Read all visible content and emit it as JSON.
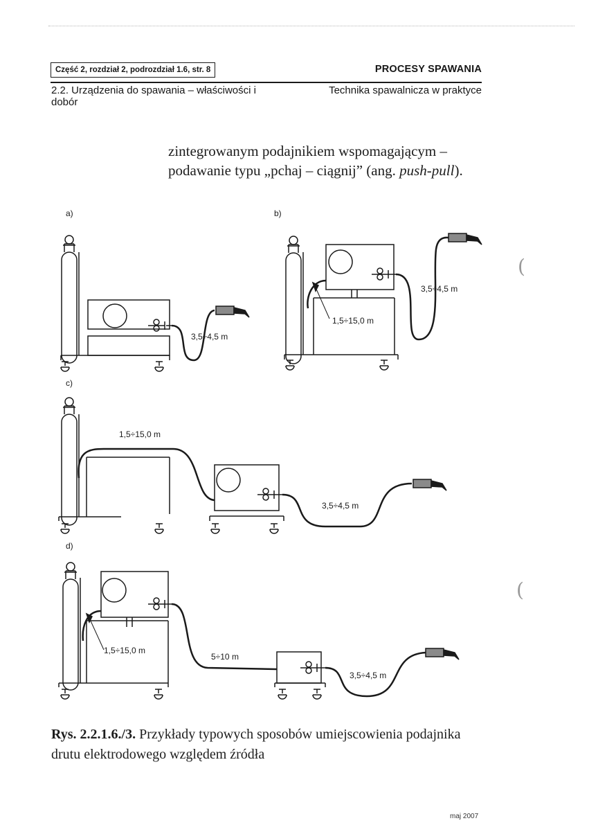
{
  "header": {
    "section_ref": "Część 2, rozdział 2, podrozdział 1.6, str. 8",
    "title": "PROCESY SPAWANIA",
    "chapter": "2.2. Urządzenia do spawania – właściwości i dobór",
    "book": "Technika spawalnicza w praktyce"
  },
  "body": {
    "text_before": "zintegrowanym podajnikiem wspomagającym – podawanie typu „pchaj – ciągnij” (ang. ",
    "text_italic": "push-pull",
    "text_after": ")."
  },
  "figure": {
    "panel_a": "a)",
    "panel_b": "b)",
    "panel_c": "c)",
    "panel_d": "d)",
    "cable_short": "3,5÷4,5 m",
    "cable_long": "1,5÷15,0 m",
    "cable_mid": "5÷10 m"
  },
  "caption": {
    "label": "Rys. 2.2.1.6./3.",
    "text": " Przykłady typowych sposobów umiejscowienia podajnika drutu elektrodowego względem źródła"
  },
  "footer": {
    "date": "maj 2007"
  }
}
